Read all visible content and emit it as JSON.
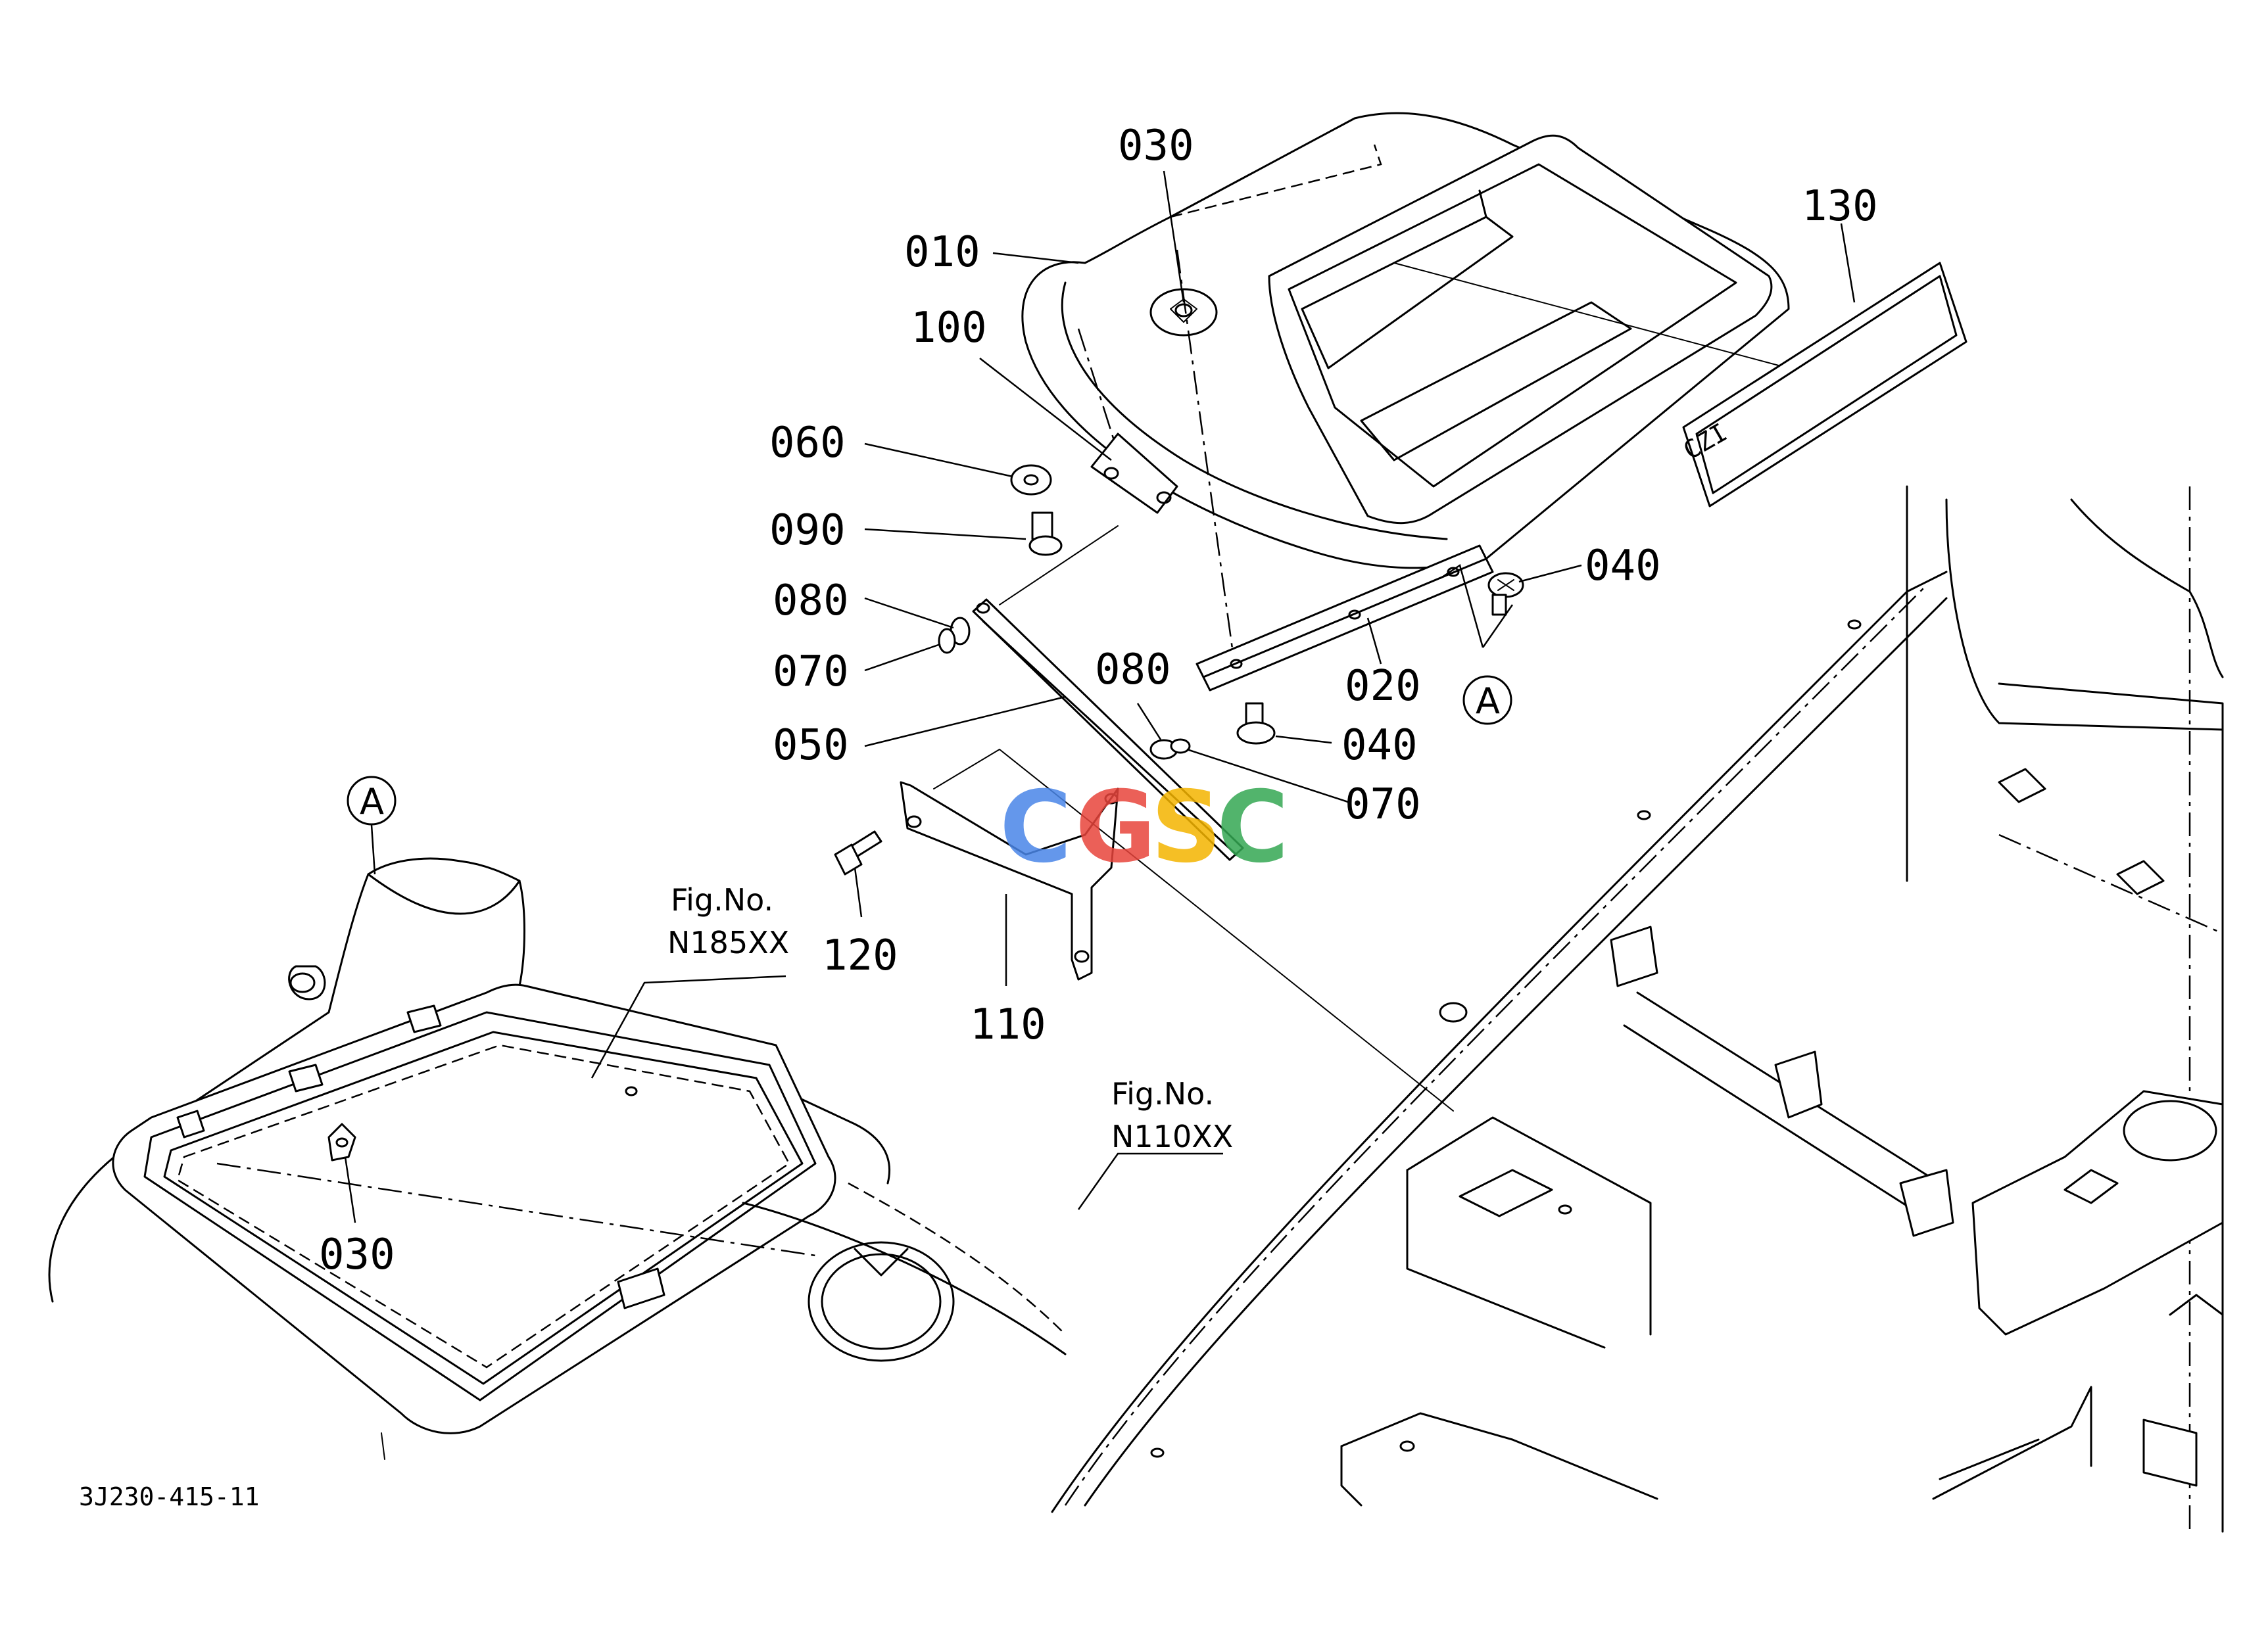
{
  "diagram_code": "3J230-415-11",
  "colors": {
    "line": "#000000",
    "background": "#ffffff",
    "watermark_blue": "#4a86e8",
    "watermark_red": "#e8453c",
    "watermark_yellow": "#f4b400",
    "watermark_green": "#34a853"
  },
  "watermark": {
    "letters": [
      "C",
      "G",
      "S",
      "C"
    ]
  },
  "callouts": [
    {
      "id": "030-top",
      "label": "030"
    },
    {
      "id": "010",
      "label": "010"
    },
    {
      "id": "130",
      "label": "130"
    },
    {
      "id": "100",
      "label": "100"
    },
    {
      "id": "060",
      "label": "060"
    },
    {
      "id": "090",
      "label": "090"
    },
    {
      "id": "040-a",
      "label": "040"
    },
    {
      "id": "080-a",
      "label": "080"
    },
    {
      "id": "070-a",
      "label": "070"
    },
    {
      "id": "020",
      "label": "020"
    },
    {
      "id": "080-b",
      "label": "080"
    },
    {
      "id": "050",
      "label": "050"
    },
    {
      "id": "040-b",
      "label": "040"
    },
    {
      "id": "070-b",
      "label": "070"
    },
    {
      "id": "120",
      "label": "120"
    },
    {
      "id": "110",
      "label": "110"
    },
    {
      "id": "030-bottom",
      "label": "030"
    }
  ],
  "detail_markers": [
    {
      "id": "a-top",
      "letter": "A"
    },
    {
      "id": "a-left",
      "letter": "A"
    }
  ],
  "figure_refs": [
    {
      "id": "n185",
      "caption": "Fig.No.",
      "number": "N185XX"
    },
    {
      "id": "n110",
      "caption": "Fig.No.",
      "number": "N110XX"
    }
  ]
}
